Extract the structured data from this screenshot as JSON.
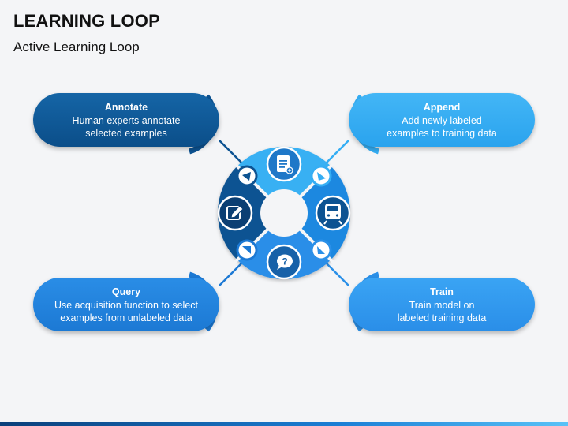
{
  "header": {
    "title": "LEARNING LOOP",
    "subtitle": "Active Learning Loop"
  },
  "steps": [
    {
      "title": "Annotate",
      "lines": [
        "Human experts annotate",
        "selected examples"
      ],
      "icon": "document-plus-icon"
    },
    {
      "title": "Append",
      "lines": [
        "Add newly labeled",
        "examples to training data"
      ],
      "icon": "train-icon"
    },
    {
      "title": "Train",
      "lines": [
        "Train model on",
        "labeled training data"
      ],
      "icon": "question-bubble-icon"
    },
    {
      "title": "Query",
      "lines": [
        "Use acquisition function to select",
        "examples from unlabeled data"
      ],
      "icon": "pencil-edit-icon"
    }
  ],
  "colors": {
    "annotate": "#0d5392",
    "append": "#35aef4",
    "train": "#2b90e8",
    "query": "#1c79d4"
  }
}
